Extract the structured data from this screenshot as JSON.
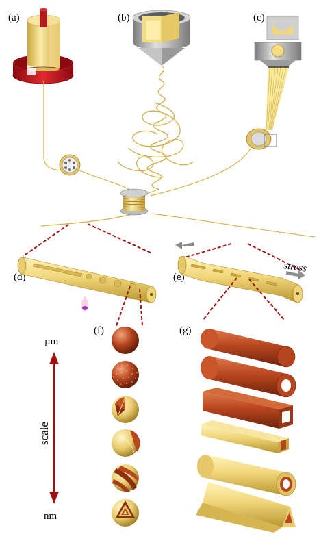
{
  "panels": {
    "a": "(a)",
    "b": "(b)",
    "c": "(c)",
    "d": "(d)",
    "e": "(e)",
    "f": "(f)",
    "g": "(g)"
  },
  "annotations": {
    "stress": "stress",
    "scale_label": "scale",
    "scale_top": "µm",
    "scale_bottom": "nm"
  },
  "colors": {
    "fiber_gold": "#e8d27a",
    "core_copper": "#b4451e",
    "ring_red": "#c8141e",
    "guide_dash": "#a01414",
    "steel": "#a9a9a9"
  }
}
